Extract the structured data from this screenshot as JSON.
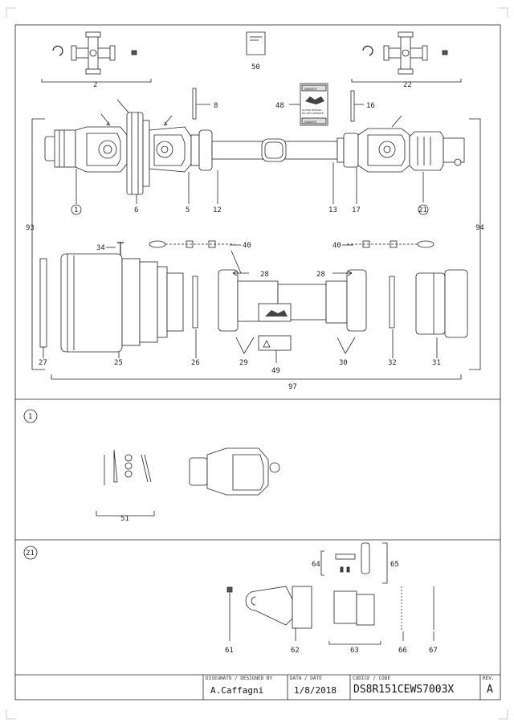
{
  "callouts": {
    "c1": "1",
    "c2": "2",
    "c5": "5",
    "c6": "6",
    "c8": "8",
    "c12": "12",
    "c13": "13",
    "c16": "16",
    "c17": "17",
    "c21": "21",
    "c22": "22",
    "c25": "25",
    "c26": "26",
    "c27": "27",
    "c28a": "28",
    "c28b": "28",
    "c29": "29",
    "c30": "30",
    "c31": "31",
    "c32": "32",
    "c34": "34",
    "c40a": "40",
    "c40b": "40",
    "c48": "48",
    "c49": "49",
    "c50": "50",
    "c93": "93",
    "c94": "94",
    "c97": "97"
  },
  "detail1": {
    "tag": "1",
    "c51": "51"
  },
  "detail21": {
    "tag": "21",
    "c61": "61",
    "c62": "62",
    "c63": "63",
    "c64": "64",
    "c65": "65",
    "c66": "66",
    "c67": "67"
  },
  "labels": {
    "danger_top": "DANGER",
    "danger_text1": "GUARD MISSING",
    "danger_text2": "DO NOT OPERATE",
    "danger_bottom": "DANGER"
  },
  "title_block": {
    "designed_caption": "DISEGNATO / DESIGNED BY",
    "designed_value": "A.Caffagni",
    "date_caption": "DATA / DATE",
    "date_value": "1/8/2018",
    "code_caption": "CODICE / CODE",
    "code_value": "DS8R151CEWS7003X",
    "rev_caption": "REV.",
    "rev_value": "A"
  }
}
